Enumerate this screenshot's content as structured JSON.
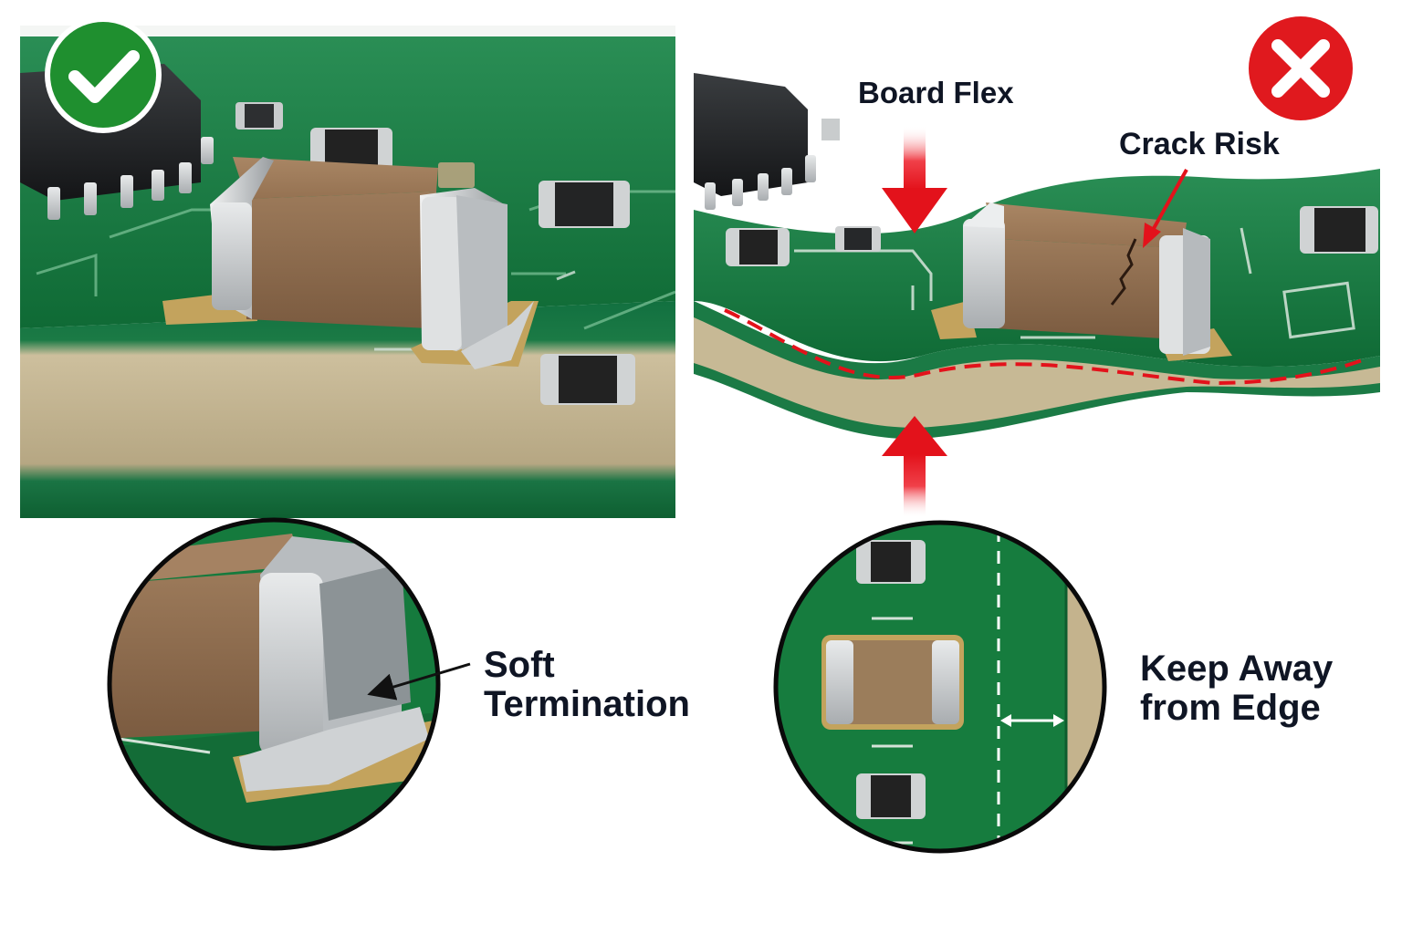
{
  "labels": {
    "board_flex": "Board Flex",
    "crack_risk": "Crack Risk",
    "soft_termination": [
      "Soft",
      "Termination"
    ],
    "keep_away": [
      "Keep Away",
      "from Edge"
    ]
  },
  "badges": {
    "good": {
      "icon": "checkmark-icon",
      "color": "#1f8f2f"
    },
    "bad": {
      "icon": "x-icon",
      "color": "#e0191e"
    }
  },
  "colors": {
    "pcb_green": "#177a3f",
    "ceramic_brown": "#8c6a4c",
    "termination_silver": "#c9ccce",
    "flex_arrow_red": "#e3121b",
    "annotation_black": "#111111"
  }
}
